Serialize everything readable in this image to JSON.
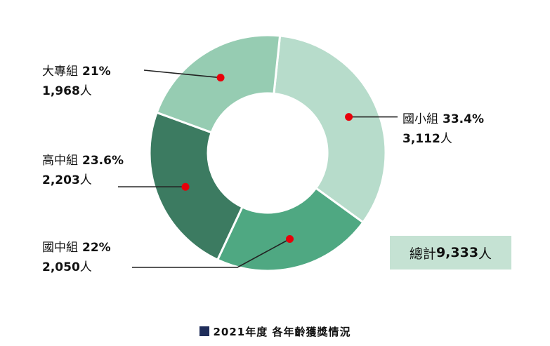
{
  "caption": "2021年度 各年齡獲獎情況",
  "caption_marker_color": "#1f2d5a",
  "total": {
    "label": "總計",
    "value": "9,333",
    "unit": "人",
    "background": "#c5e2d3"
  },
  "chart_data": {
    "type": "pie",
    "donut": true,
    "title": "",
    "slices": [
      {
        "name": "國小組",
        "percent": "33.4%",
        "value": 3112,
        "count": "3,112",
        "unit": "人",
        "color": "#b7dccb"
      },
      {
        "name": "國中組",
        "percent": "22%",
        "value": 2050,
        "count": "2,050",
        "unit": "人",
        "color": "#4fa882"
      },
      {
        "name": "高中組",
        "percent": "23.6%",
        "value": 2203,
        "count": "2,203",
        "unit": "人",
        "color": "#3c7b61"
      },
      {
        "name": "大專組",
        "percent": "21%",
        "value": 1968,
        "count": "1,968",
        "unit": "人",
        "color": "#96ccb2"
      }
    ],
    "marker_color": "#e8000a",
    "leader_color": "#222222"
  }
}
